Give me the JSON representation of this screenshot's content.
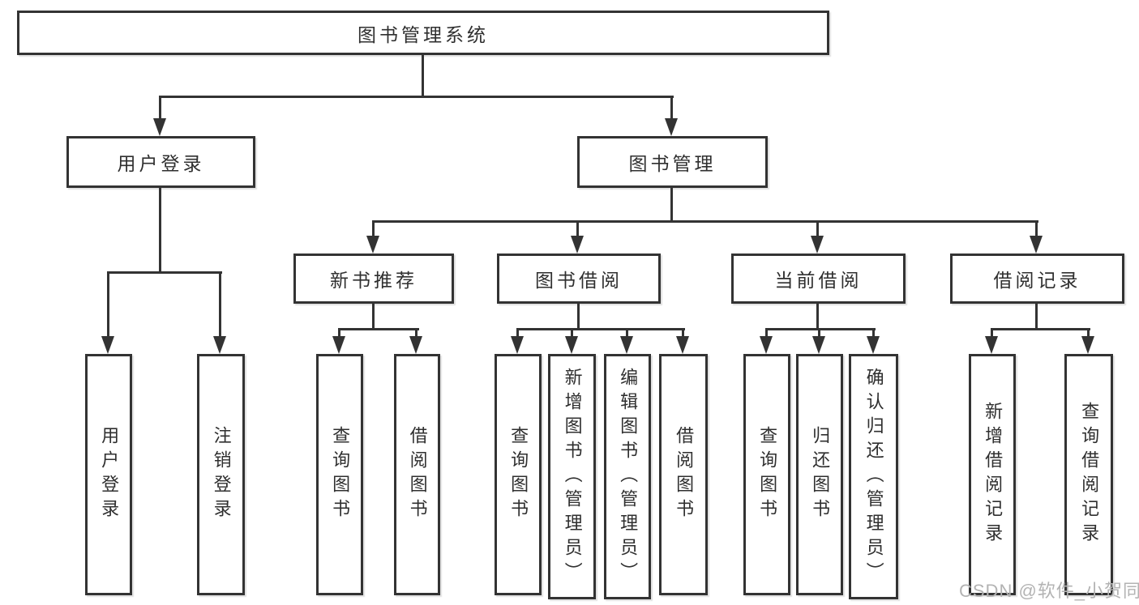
{
  "diagram": {
    "title": "图书管理系统",
    "nodes": {
      "root": "图书管理系统",
      "user_login": "用户登录",
      "book_mgmt": "图书管理",
      "new_book_rec": "新书推荐",
      "book_borrow": "图书借阅",
      "current_borrow": "当前借阅",
      "borrow_records": "借阅记录",
      "leaf_user_login": "用户登录",
      "leaf_logout": "注销登录",
      "leaf_query_book_1": "查询图书",
      "leaf_borrow_book_1": "借阅图书",
      "leaf_query_book_2": "查询图书",
      "leaf_add_book": "新增图书（管理员）",
      "leaf_edit_book": "编辑图书（管理员）",
      "leaf_borrow_book_2": "借阅图书",
      "leaf_query_book_3": "查询图书",
      "leaf_return_book": "归还图书",
      "leaf_confirm_return": "确认归还（管理员）",
      "leaf_add_record": "新增借阅记录",
      "leaf_query_record": "查询借阅记录"
    }
  },
  "watermark": "CSDN @软件_小贺同学",
  "colors": {
    "line": "#333333",
    "text": "#2f2f2f",
    "background": "#ffffff",
    "watermark": "#b3b3b3"
  }
}
